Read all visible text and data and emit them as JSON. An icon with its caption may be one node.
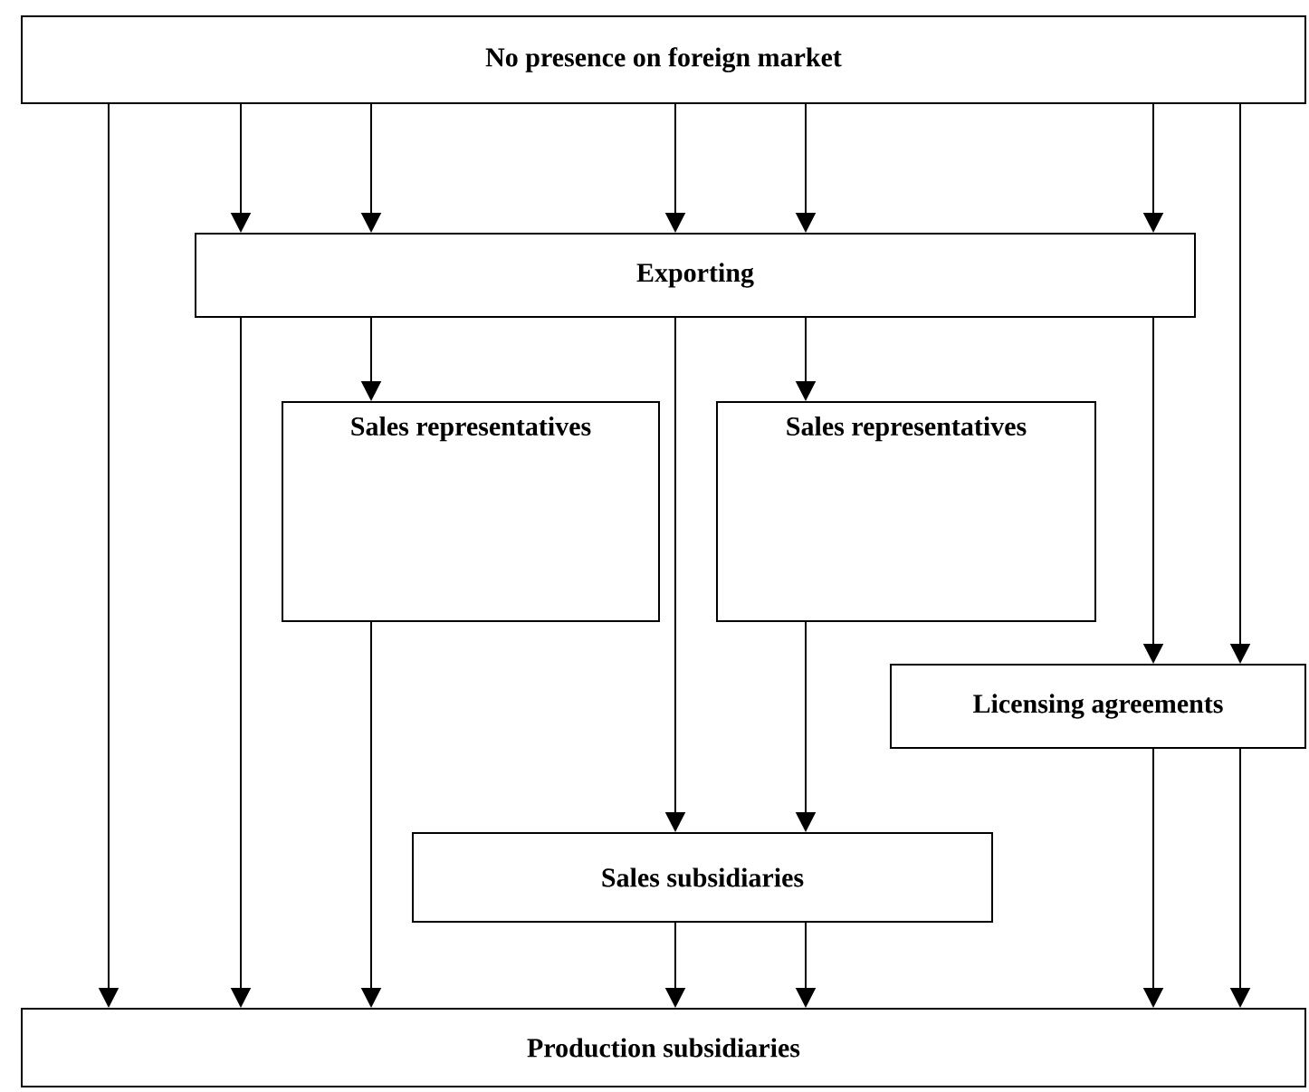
{
  "diagram": {
    "nodes": [
      {
        "text": [
          "No presence on foreign market"
        ]
      },
      {
        "text": [
          "Exporting"
        ]
      },
      {
        "text": [
          "Sales representatives"
        ]
      },
      {
        "text": [
          "Sales representatives"
        ]
      },
      {
        "text": [
          "Licensing agreements"
        ]
      },
      {
        "text": [
          "Sales subsidiaries"
        ]
      },
      {
        "text": [
          "Production subsidiaries"
        ]
      }
    ],
    "edges": [
      {
        "from": 0,
        "to": 6,
        "arrow": "to"
      },
      {
        "from": 0,
        "to": 1,
        "arrow": "to"
      },
      {
        "from": 0,
        "to": 1,
        "arrow": "to"
      },
      {
        "from": 0,
        "to": 1,
        "arrow": "to"
      },
      {
        "from": 0,
        "to": 1,
        "arrow": "to"
      },
      {
        "from": 0,
        "to": 1,
        "arrow": "to"
      },
      {
        "from": 0,
        "to": 4,
        "arrow": "to"
      },
      {
        "from": 1,
        "to": 6,
        "arrow": "to"
      },
      {
        "from": 1,
        "to": 2,
        "arrow": "to"
      },
      {
        "from": 1,
        "to": 5,
        "arrow": "to"
      },
      {
        "from": 1,
        "to": 3,
        "arrow": "to"
      },
      {
        "from": 1,
        "to": 4,
        "arrow": "to"
      },
      {
        "from": 2,
        "to": 6,
        "arrow": "to"
      },
      {
        "from": 3,
        "to": 5,
        "arrow": "to"
      },
      {
        "from": 4,
        "to": 6,
        "arrow": "to"
      },
      {
        "from": 4,
        "to": 6,
        "arrow": "to"
      },
      {
        "from": 5,
        "to": 6,
        "arrow": "to"
      },
      {
        "from": 5,
        "to": 6,
        "arrow": "to"
      }
    ]
  }
}
